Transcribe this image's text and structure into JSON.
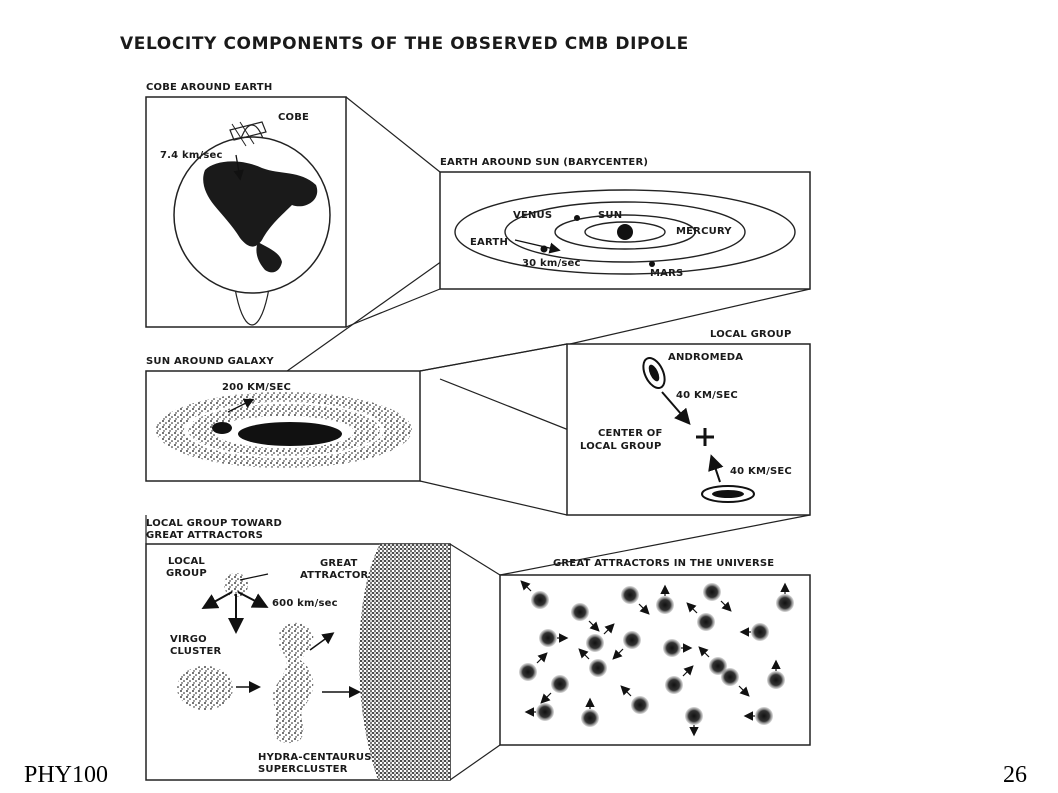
{
  "slide": {
    "title": "VELOCITY COMPONENTS OF THE OBSERVED CMB DIPOLE",
    "footer_course": "PHY100",
    "page_number": "26"
  },
  "cobe_panel": {
    "caption": "COBE AROUND EARTH",
    "satellite_label": "COBE",
    "speed": "7.4 km/sec"
  },
  "sun_panel": {
    "caption": "EARTH AROUND SUN (BARYCENTER)",
    "venus": "VENUS",
    "sun": "SUN",
    "mercury": "MERCURY",
    "earth": "EARTH",
    "mars": "MARS",
    "speed": "30 km/sec"
  },
  "galaxy_panel": {
    "caption": "SUN AROUND GALAXY",
    "speed": "200 KM/SEC"
  },
  "local_group_panel": {
    "caption": "LOCAL GROUP",
    "andromeda": "ANDROMEDA",
    "speed_top": "40 KM/SEC",
    "center_line1": "CENTER OF",
    "center_line2": "LOCAL GROUP",
    "speed_bottom": "40 KM/SEC"
  },
  "attractor_panel": {
    "caption_line1": "LOCAL GROUP TOWARD",
    "caption_line2": "GREAT ATTRACTORS",
    "local_line1": "LOCAL",
    "local_line2": "GROUP",
    "great_line1": "GREAT",
    "great_line2": "ATTRACTOR",
    "speed": "600 km/sec",
    "virgo_line1": "VIRGO",
    "virgo_line2": "CLUSTER",
    "hydra_line1": "HYDRA-CENTAURUS",
    "hydra_line2": "SUPERCLUSTER"
  },
  "universe_panel": {
    "caption": "GREAT ATTRACTORS IN THE UNIVERSE"
  }
}
